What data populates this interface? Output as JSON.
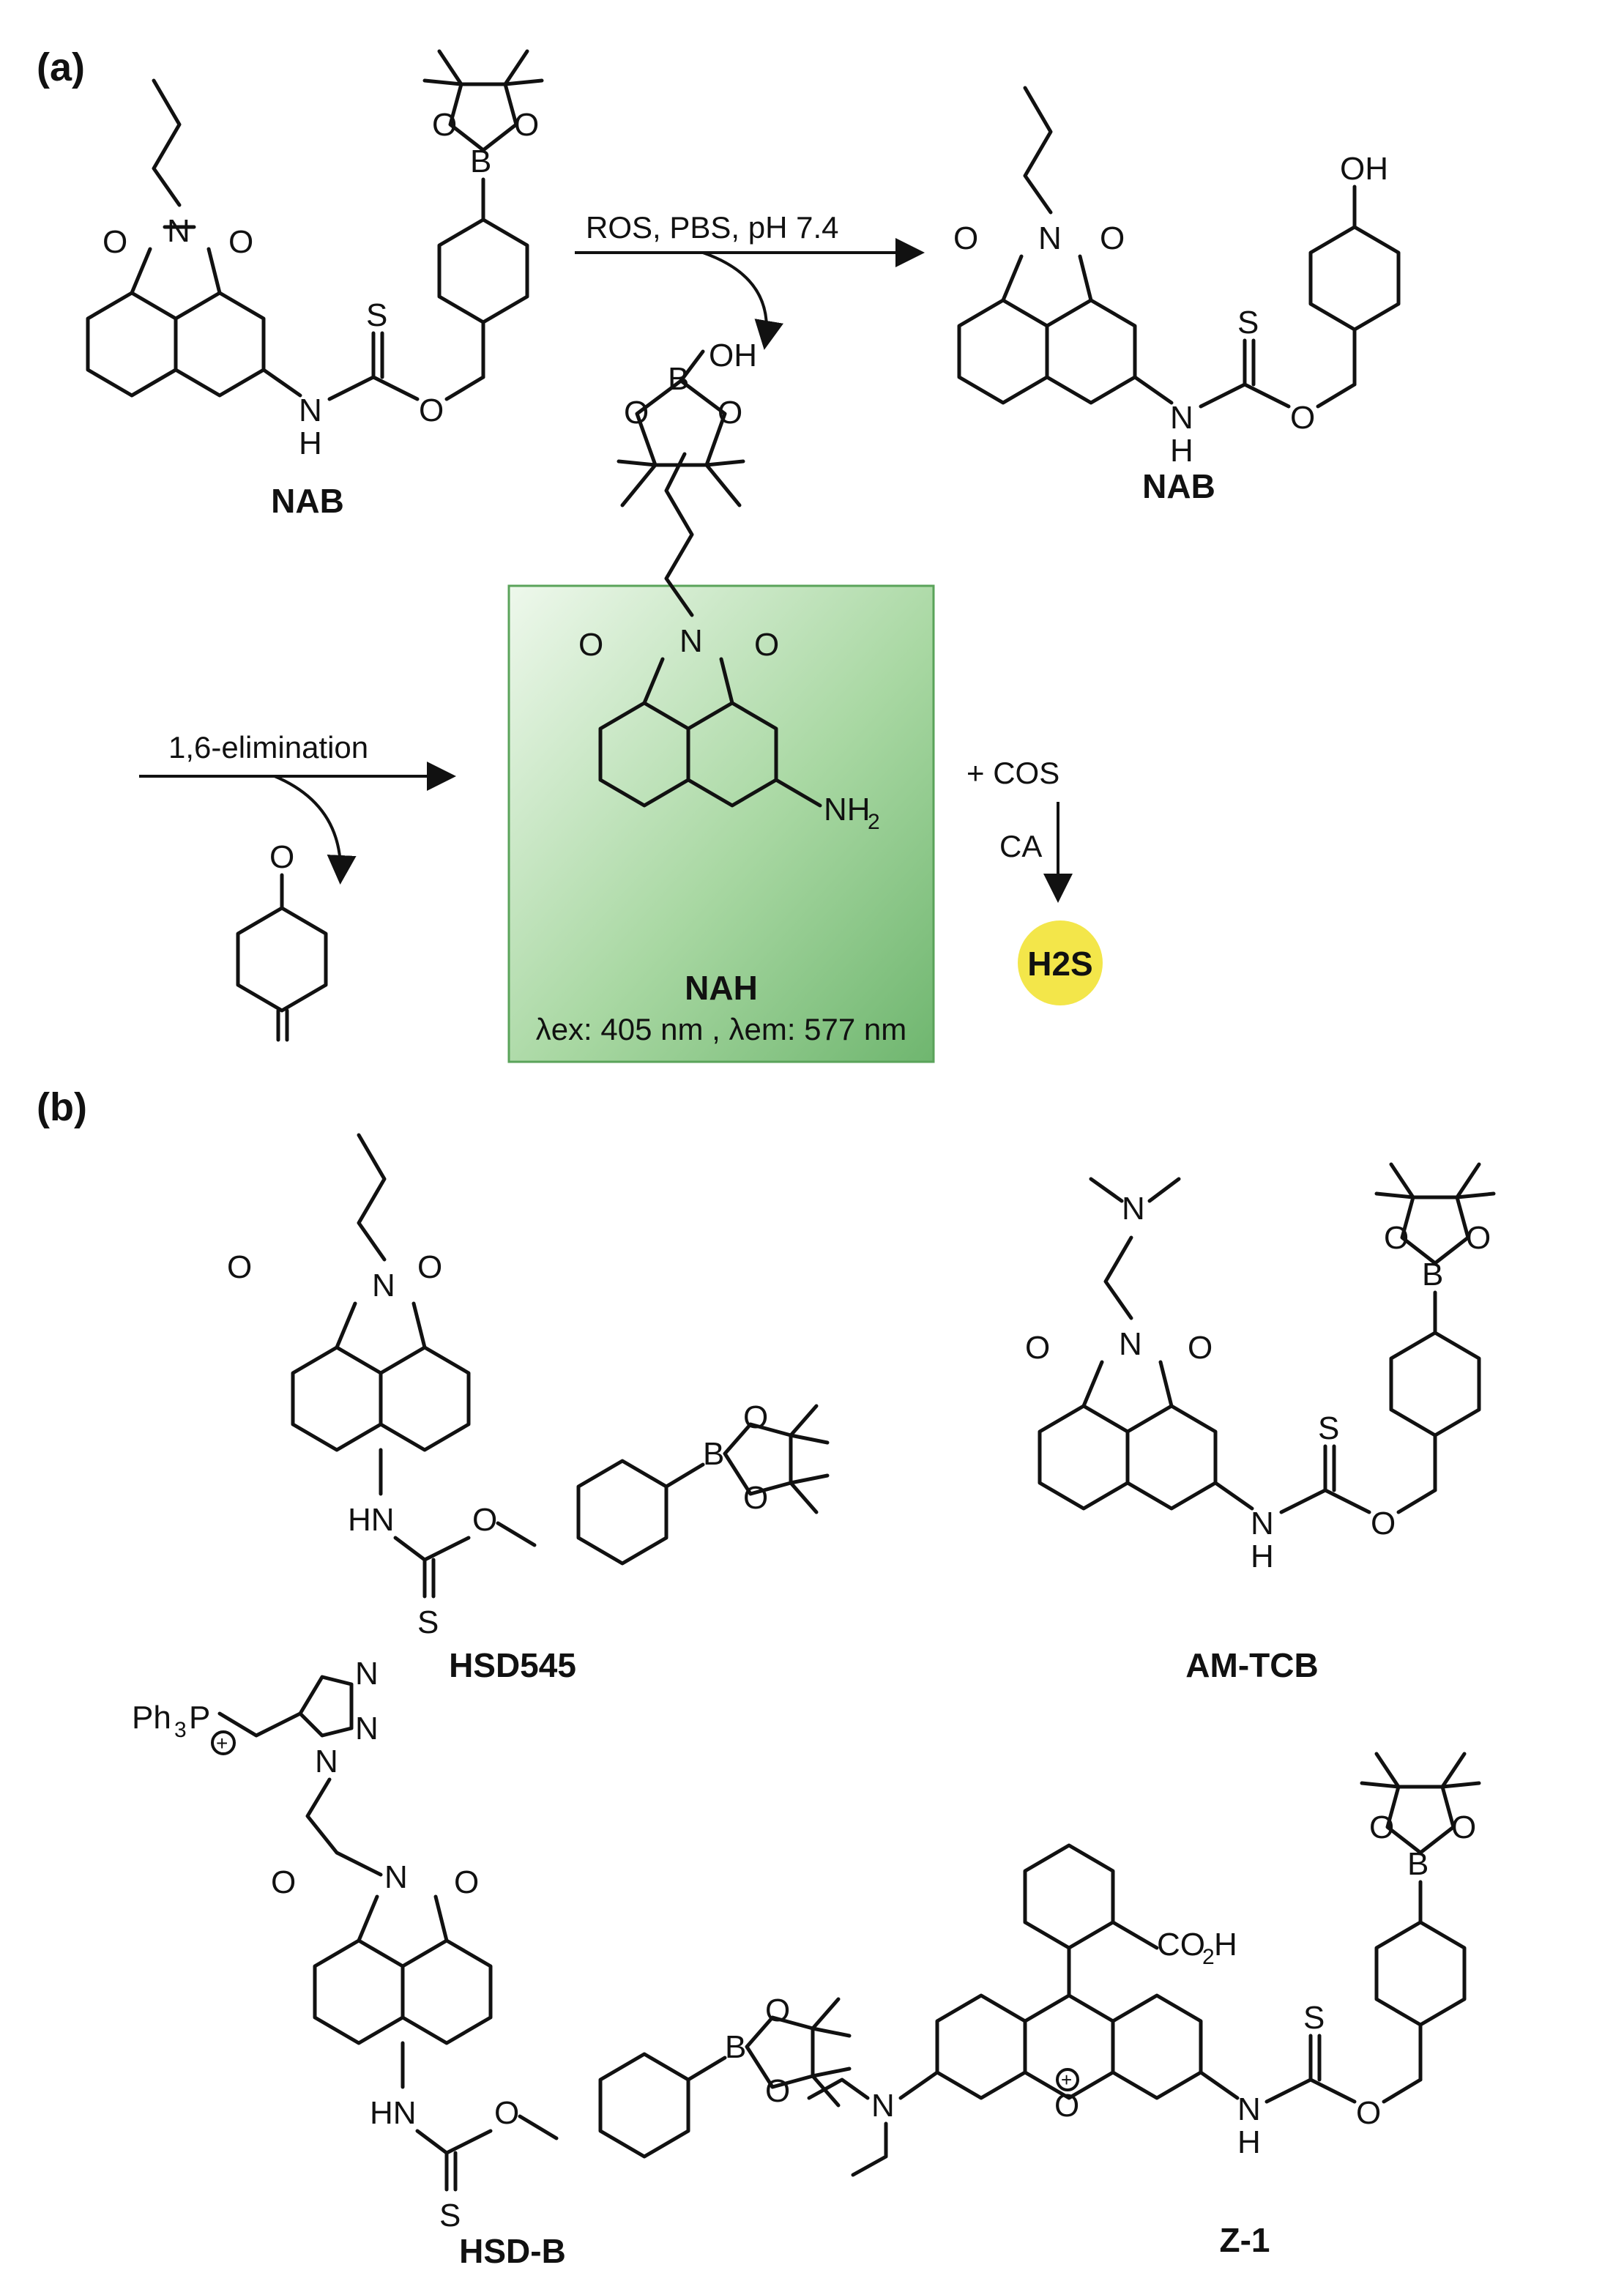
{
  "panels": {
    "a": "(a)",
    "b": "(b)"
  },
  "scheme_a": {
    "step1_conditions": "ROS, PBS, pH 7.4",
    "step2_conditions": "1,6-elimination",
    "compound_1": "NAB",
    "compound_2": "NAB",
    "product_name": "NAH",
    "product_lambda": "λex: 405 nm , λem: 577 nm",
    "plus_cos": "+  COS",
    "ca": "CA",
    "h2s": "H2S"
  },
  "scheme_b": {
    "probe_1": "HSD545",
    "probe_2": "AM-TCB",
    "probe_3": "HSD-B",
    "probe_4": "Z-1"
  },
  "colors": {
    "box_dark": "#6fb66f",
    "box_light": "#eef8ec",
    "h2s_fill": "#f3e64a"
  }
}
